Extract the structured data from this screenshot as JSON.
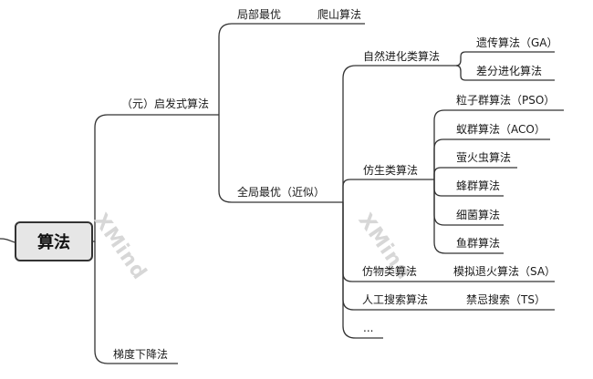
{
  "watermark": "XMind",
  "root": "算法",
  "nodes": {
    "heuristic": "（元）启发式算法",
    "gradient": "梯度下降法",
    "local": "局部最优",
    "hill": "爬山算法",
    "global": "全局最优（近似）",
    "evolution": "自然进化类算法",
    "ga": "遗传算法（GA）",
    "de": "差分进化算法",
    "bionic": "仿生类算法",
    "pso": "粒子群算法（PSO）",
    "aco": "蚁群算法（ACO）",
    "firefly": "萤火虫算法",
    "bee": "蜂群算法",
    "bacteria": "细菌算法",
    "fish": "鱼群算法",
    "physics": "仿物类算法",
    "sa": "模拟退火算法（SA）",
    "ai_search": "人工搜索算法",
    "ts": "禁忌搜索（TS）",
    "more": "..."
  }
}
